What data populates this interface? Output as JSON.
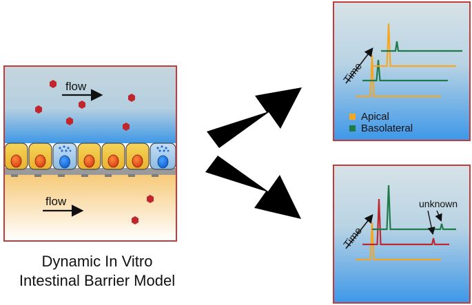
{
  "model_panel": {
    "flow_top_label": "flow",
    "flow_bottom_label": "flow"
  },
  "caption": {
    "line1": "Dynamic In Vitro",
    "line2": "Intestinal Barrier Model"
  },
  "top_chart": {
    "time_label": "Time",
    "legend": [
      {
        "label": "Apical",
        "color": "#f5a623"
      },
      {
        "label": "Basolateral",
        "color": "#1f7a4a"
      }
    ]
  },
  "bottom_chart": {
    "time_label": "Time",
    "annotation": "unknown"
  },
  "colors": {
    "apical": "#f5a623",
    "basolateral": "#1f7a4a",
    "red_trace": "#c0272d",
    "hexagon": "#c0272d",
    "enterocyte": "#f2c23c",
    "goblet": "#9ec7e8",
    "frame": "#c23b3b"
  }
}
